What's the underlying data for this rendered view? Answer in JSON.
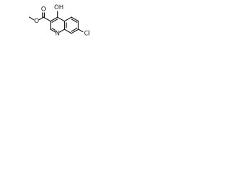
{
  "structure": {
    "atom_labels": {
      "hydroxyl": "OH",
      "carbonyl_oxygen": "O",
      "ester_oxygen": "O",
      "ring_nitrogen": "N",
      "chlorine": "Cl"
    }
  }
}
